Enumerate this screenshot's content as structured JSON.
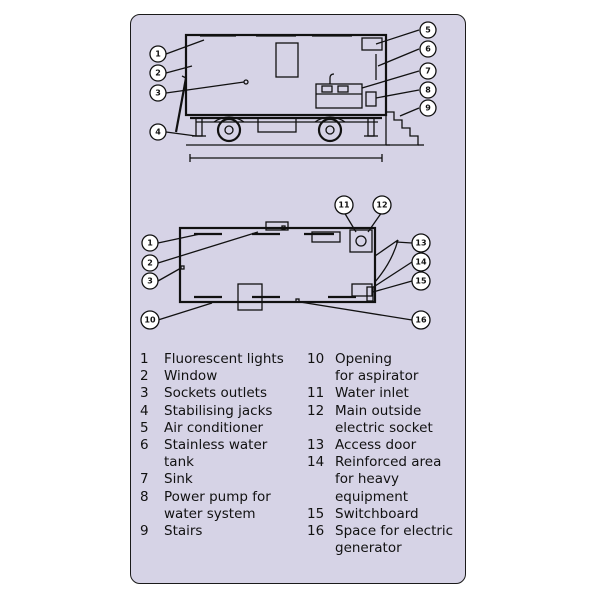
{
  "legend": [
    {
      "num": "1",
      "label": "Fluorescent lights"
    },
    {
      "num": "2",
      "label": "Window"
    },
    {
      "num": "3",
      "label": "Sockets outlets"
    },
    {
      "num": "4",
      "label": "Stabilising jacks"
    },
    {
      "num": "5",
      "label": "Air conditioner"
    },
    {
      "num": "6",
      "label": "Stainless water\ntank"
    },
    {
      "num": "7",
      "label": "Sink"
    },
    {
      "num": "8",
      "label": "Power pump for\nwater system"
    },
    {
      "num": "9",
      "label": "Stairs"
    },
    {
      "num": "10",
      "label": "Opening\nfor aspirator"
    },
    {
      "num": "11",
      "label": "Water inlet"
    },
    {
      "num": "12",
      "label": "Main outside\nelectric socket"
    },
    {
      "num": "13",
      "label": "Access door"
    },
    {
      "num": "14",
      "label": "Reinforced area\nfor heavy\nequipment"
    },
    {
      "num": "15",
      "label": "Switchboard"
    },
    {
      "num": "16",
      "label": "Space for electric\ngenerator"
    }
  ],
  "callouts_side": [
    "1",
    "2",
    "3",
    "4",
    "5",
    "6",
    "7",
    "8",
    "9"
  ],
  "callouts_plan": [
    "1",
    "2",
    "3",
    "10",
    "11",
    "12",
    "13",
    "14",
    "15",
    "16"
  ]
}
